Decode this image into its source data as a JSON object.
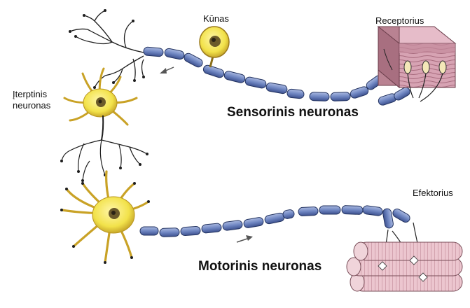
{
  "labels": {
    "kunas": "Kūnas",
    "receptorius": "Receptorius",
    "iterptinis_line1": "Įterptinis",
    "iterptinis_line2": "neuronas",
    "sensorinis": "Sensorinis neuronas",
    "efektorius": "Efektorius",
    "motorinis": "Motorinis neuronas"
  },
  "colors": {
    "axon_fill": "#6f86c2",
    "axon_stripe": "#2d3f7a",
    "neuron_body": "#f2e24a",
    "nucleus": "#6b5a2a",
    "skin": "#d9aab8",
    "muscle": "#e8bcc6",
    "line": "#222222"
  },
  "icons": [
    "arrow-left-icon",
    "arrow-right-icon"
  ]
}
